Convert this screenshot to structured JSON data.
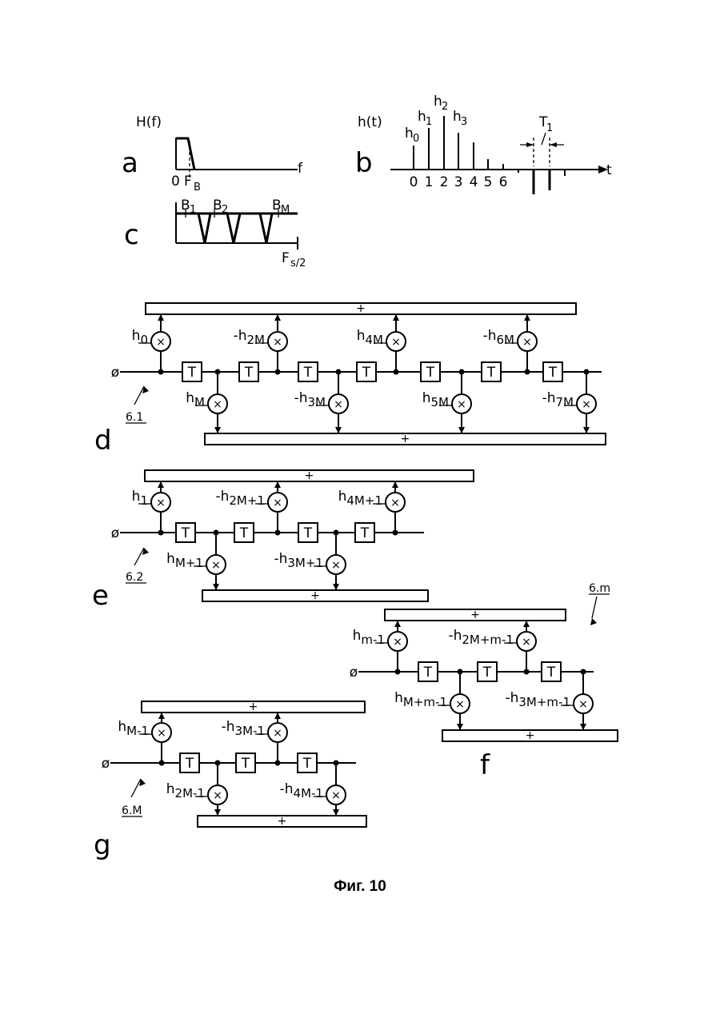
{
  "caption": "Фиг. 10",
  "panel_letters": {
    "a": "a",
    "b": "b",
    "c": "c",
    "d": "d",
    "e": "e",
    "f": "f",
    "g": "g"
  },
  "panel_a": {
    "ylabel": "H(f)",
    "xlabel": "f",
    "tick0": "0",
    "tickFB": "F",
    "tickFB_sub": "B"
  },
  "panel_b": {
    "ylabel": "h(t)",
    "xlabel": "t",
    "interval": "T",
    "interval_sub": "1",
    "ticks": [
      "0",
      "1",
      "2",
      "3",
      "4",
      "5",
      "6"
    ],
    "coef": [
      {
        "base": "h",
        "sub": "0"
      },
      {
        "base": "h",
        "sub": "1"
      },
      {
        "base": "h",
        "sub": "2"
      },
      {
        "base": "h",
        "sub": "3"
      }
    ]
  },
  "panel_c": {
    "bands": [
      {
        "base": "B",
        "sub": "1"
      },
      {
        "base": "B",
        "sub": "2"
      },
      {
        "base": "B",
        "sub": "M"
      }
    ],
    "xlabel": "F",
    "xlabel_sub": "s/2"
  },
  "sum_symbol": "+",
  "mult_symbol": "×",
  "delay_label": "T",
  "input_symbol": "ø",
  "filters": {
    "d": {
      "ref": "6.1",
      "top_coefs": [
        {
          "sign": "",
          "base": "h",
          "sub": "0"
        },
        {
          "sign": "-",
          "base": "h",
          "sub": "2M"
        },
        {
          "sign": "",
          "base": "h",
          "sub": "4M"
        },
        {
          "sign": "-",
          "base": "h",
          "sub": "6M"
        }
      ],
      "bottom_coefs": [
        {
          "sign": "",
          "base": "h",
          "sub": "M"
        },
        {
          "sign": "-",
          "base": "h",
          "sub": "3M"
        },
        {
          "sign": "",
          "base": "h",
          "sub": "5M"
        },
        {
          "sign": "-",
          "base": "h",
          "sub": "7M"
        }
      ]
    },
    "e": {
      "ref": "6.2",
      "top_coefs": [
        {
          "sign": "",
          "base": "h",
          "sub": "1"
        },
        {
          "sign": "-",
          "base": "h",
          "sub": "2M+1"
        },
        {
          "sign": "",
          "base": "h",
          "sub": "4M+1"
        }
      ],
      "bottom_coefs": [
        {
          "sign": "",
          "base": "h",
          "sub": "M+1"
        },
        {
          "sign": "-",
          "base": "h",
          "sub": "3M+1"
        }
      ]
    },
    "f": {
      "ref": "6.m",
      "top_coefs": [
        {
          "sign": "",
          "base": "h",
          "sub": "m-1"
        },
        {
          "sign": "-",
          "base": "h",
          "sub": "2M+m-1"
        }
      ],
      "bottom_coefs": [
        {
          "sign": "",
          "base": "h",
          "sub": "M+m-1"
        },
        {
          "sign": "-",
          "base": "h",
          "sub": "3M+m-1"
        }
      ]
    },
    "g": {
      "ref": "6.M",
      "top_coefs": [
        {
          "sign": "",
          "base": "h",
          "sub": "M-1"
        },
        {
          "sign": "-",
          "base": "h",
          "sub": "3M-1"
        }
      ],
      "bottom_coefs": [
        {
          "sign": "",
          "base": "h",
          "sub": "2M-1"
        },
        {
          "sign": "-",
          "base": "h",
          "sub": "4M-1"
        }
      ]
    }
  }
}
